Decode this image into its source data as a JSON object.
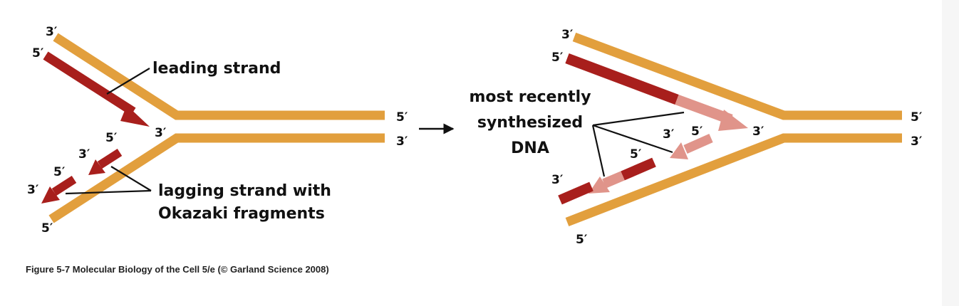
{
  "colors": {
    "template_strand": "#e29f3d",
    "new_strand": "#a81f1c",
    "recent_dna": "#e0948a",
    "text": "#111111",
    "caption": "#222222"
  },
  "left_fork": {
    "top_strand_3": "3′",
    "top_strand_5": "5′",
    "leading_arrow_end": "3′",
    "right_top_5": "5′",
    "right_bottom_3": "3′",
    "frag_upper_5": "5′",
    "frag_upper_3": "3′",
    "frag_lower_5": "5′",
    "frag_lower_3": "3′",
    "bottom_strand_5": "5′",
    "leading_label": "leading strand",
    "lagging_label_line1": "lagging strand with",
    "lagging_label_line2": "Okazaki fragments"
  },
  "transition_arrow": "right-arrow-icon",
  "right_fork": {
    "top_strand_3": "3′",
    "top_strand_5": "5′",
    "leading_arrow_end": "3′",
    "right_top_5": "5′",
    "right_bottom_3": "3′",
    "frag_upper_3": "3′",
    "frag_upper_5": "5′",
    "frag_lower_5": "5′",
    "frag_lower_3": "3′",
    "bottom_strand_5": "5′",
    "recent_label_line1": "most recently",
    "recent_label_line2": "synthesized",
    "recent_label_line3": "DNA"
  },
  "caption": "Figure 5-7  Molecular Biology of the Cell 5/e (© Garland Science 2008)"
}
